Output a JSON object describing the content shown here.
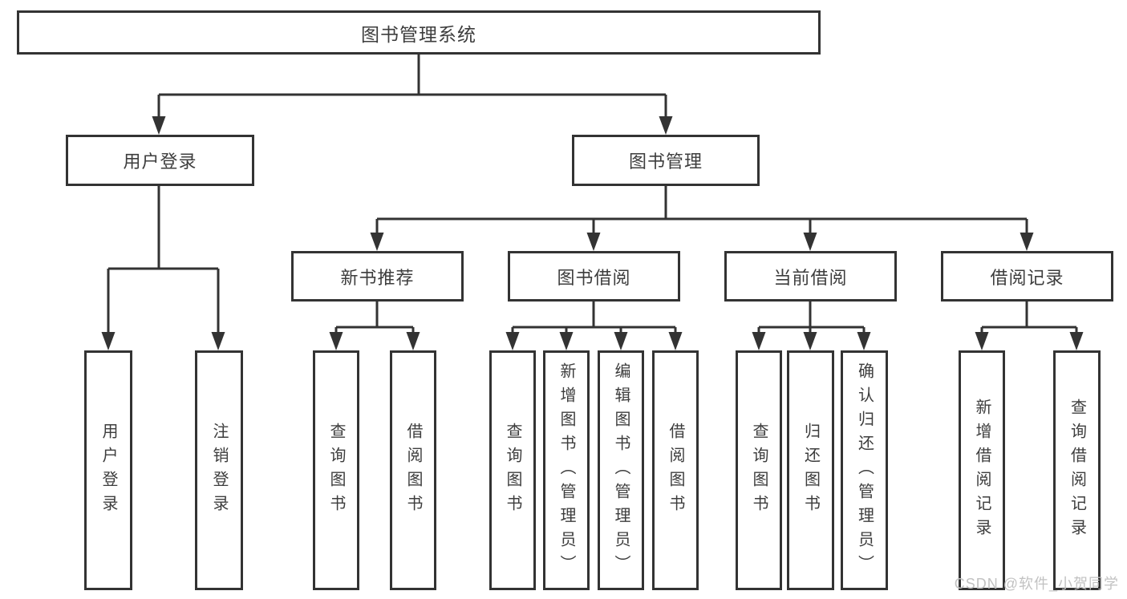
{
  "diagram": {
    "root": {
      "label": "图书管理系统"
    },
    "branches": [
      {
        "label": "用户登录",
        "children": [
          {
            "label": "用户登录"
          },
          {
            "label": "注销登录"
          }
        ]
      },
      {
        "label": "图书管理",
        "children": [
          {
            "label": "新书推荐",
            "children": [
              {
                "label": "查询图书"
              },
              {
                "label": "借阅图书"
              }
            ]
          },
          {
            "label": "图书借阅",
            "children": [
              {
                "label": "查询图书"
              },
              {
                "label": "新增图书（管理员）"
              },
              {
                "label": "编辑图书（管理员）"
              },
              {
                "label": "借阅图书"
              }
            ]
          },
          {
            "label": "当前借阅",
            "children": [
              {
                "label": "查询图书"
              },
              {
                "label": "归还图书"
              },
              {
                "label": "确认归还（管理员）"
              }
            ]
          },
          {
            "label": "借阅记录",
            "children": [
              {
                "label": "新增借阅记录"
              },
              {
                "label": "查询借阅记录"
              }
            ]
          }
        ]
      }
    ]
  },
  "watermark": "CSDN @软件_小贺同学",
  "colors": {
    "background": "#ffffff",
    "line": "#333333",
    "text": "#3d3d3d",
    "watermark": "#c2c2c2"
  }
}
